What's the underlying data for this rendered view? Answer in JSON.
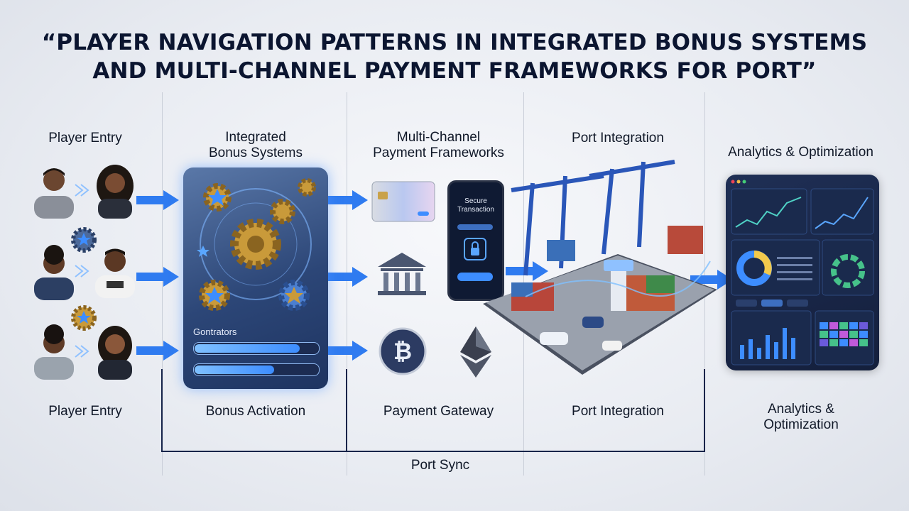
{
  "title": {
    "line1": "“PLAYER NAVIGATION PATTERNS IN INTEGRATED BONUS SYSTEMS",
    "line2": "AND MULTI-CHANNEL PAYMENT FRAMEWORKS FOR PORT”"
  },
  "columns": {
    "player_entry": {
      "top": "Player Entry",
      "bottom": "Player Entry"
    },
    "bonus": {
      "top_line1": "Integrated",
      "top_line2": "Bonus Systems",
      "bottom": "Bonus Activation",
      "panel_label": "Gontrators"
    },
    "payment": {
      "top_line1": "Multi-Channel",
      "top_line2": "Payment Frameworks",
      "bottom": "Payment Gateway",
      "phone_line1": "Secure",
      "phone_line2": "Transaction"
    },
    "port": {
      "top": "Port Integration",
      "bottom": "Port Integration"
    },
    "analytics": {
      "top": "Analytics & Optimization",
      "bottom_line1": "Analytics &",
      "bottom_line2": "Optimization"
    }
  },
  "footer": {
    "sync": "Port Sync"
  },
  "colors": {
    "accent": "#2f7bf0",
    "navy": "#0b1530",
    "gold": "#c99a3a",
    "container": "#d8573d"
  }
}
